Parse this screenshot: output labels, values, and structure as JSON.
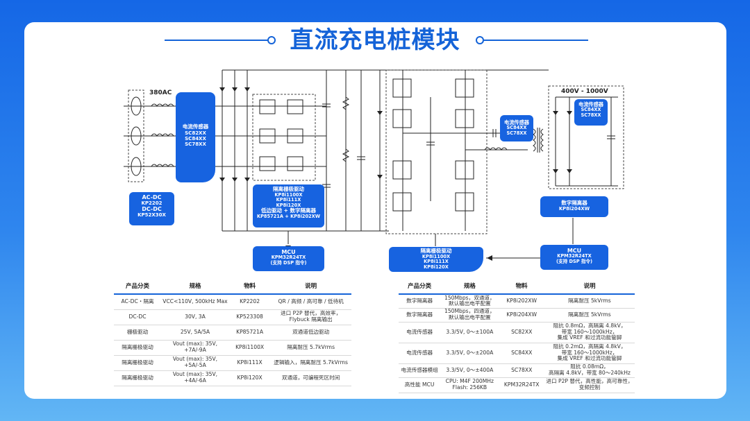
{
  "title": "直流充电桩模块",
  "labels": {
    "input": "380AC",
    "output": "400V - 1000V"
  },
  "blocks": {
    "sensor_left": [
      "电流传感器",
      "SC82XX",
      "SC84XX",
      "SC78XX"
    ],
    "acdc": [
      "AC-DC",
      "KP2202",
      "DC-DC",
      "KP52X30X"
    ],
    "gate_left": [
      "隔离栅极驱动",
      "KP8i1100X",
      "KP8i111X",
      "KP8i120X",
      "低边驱动 + 数字隔离器",
      "KP85721A + KP8i202XW"
    ],
    "mcu_left": [
      "MCU",
      "KPM32R24TX",
      "(支持 DSP 指令)"
    ],
    "gate_mid": [
      "隔离栅极驱动",
      "KP8i1100X",
      "KP8i111X",
      "KP8i120X"
    ],
    "sensor_mid": [
      "电流传感器",
      "SC84XX",
      "SC78XX"
    ],
    "sensor_right": [
      "电流传感器",
      "SC84XX",
      "SC78XX"
    ],
    "digiso": [
      "数字隔离器",
      "KP8i204XW"
    ],
    "mcu_right": [
      "MCU",
      "KPM32R24TX",
      "(支持 DSP 指令)"
    ]
  },
  "table_left": {
    "headers": [
      "产品分类",
      "规格",
      "物料",
      "说明"
    ],
    "rows": [
      [
        "AC-DC・隔离",
        "VCC<110V, 500kHz Max",
        "KP2202",
        "QR / 高频 / 高可靠 / 低待机"
      ],
      [
        "DC-DC",
        "30V, 3A",
        "KP523308",
        "进口 P2P 替代，高效率，\nFlybuck 隔离输出"
      ],
      [
        "栅极驱动",
        "25V, 5A/5A",
        "KP85721A",
        "双通道低边驱动"
      ],
      [
        "隔离栅极驱动",
        "Vout (max): 35V,\n+7A/-9A",
        "KP8i1100X",
        "隔离耐压 5.7kVrms"
      ],
      [
        "隔离栅极驱动",
        "Vout (max): 35V,\n+5A/-5A",
        "KP8i111X",
        "逻辑输入，隔离耐压 5.7kVrms"
      ],
      [
        "隔离栅极驱动",
        "Vout (max): 35V,\n+4A/-6A",
        "KP8i120X",
        "双通道，可编程死区时间"
      ]
    ]
  },
  "table_right": {
    "headers": [
      "产品分类",
      "规格",
      "物料",
      "说明"
    ],
    "rows": [
      [
        "数字隔离器",
        "150Mbps，双通道，\n默认输出电平配置",
        "KP8i202XW",
        "隔离耐压 5kVrms"
      ],
      [
        "数字隔离器",
        "150Mbps，四通道，\n默认输出电平配置",
        "KP8i204XW",
        "隔离耐压 5kVrms"
      ],
      [
        "电流传感器",
        "3.3/5V, 0～±100A",
        "SC82XX",
        "阻抗 0.8mΩ，高隔离 4.8kV，\n带宽 160～1000kHz，\n集成 VREF 和过流功能管脚"
      ],
      [
        "电流传感器",
        "3.3/5V, 0～±200A",
        "SC84XX",
        "阻抗 0.2mΩ，高隔离 4.8kV，\n带宽 160～1000kHz，\n集成 VREF 和过流功能管脚"
      ],
      [
        "电流传感器模组",
        "3.3/5V, 0～±400A",
        "SC78XX",
        "阻抗 0.08mΩ，\n高隔离 4.8kV，带宽 80～240kHz"
      ],
      [
        "高性能 MCU",
        "CPU: M4F 200MHz\nFlash: 256KB",
        "KPM32R24TX",
        "进口 P2P 替代，高性能，高可靠性，\n变频控制"
      ]
    ]
  },
  "colors": {
    "accent": "#1463d8",
    "block": "#1763e0",
    "bg_top": "#1567e6",
    "bg_bottom": "#62b6f5"
  }
}
